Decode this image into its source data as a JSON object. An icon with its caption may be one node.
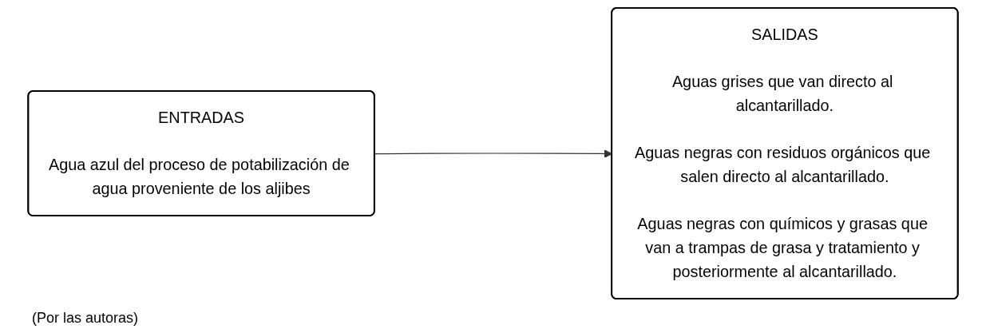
{
  "diagram": {
    "caption": "(Por las autoras)",
    "nodes": [
      {
        "text": [
          "ENTRADAS",
          "Agua azul del proceso de potabilización de agua proveniente de los aljibes"
        ]
      },
      {
        "text": [
          "SALIDAS",
          "Aguas grises que van directo al alcantarillado.",
          "Aguas negras con residuos orgánicos que salen directo al alcantarillado.",
          "Aguas negras con químicos y grasas que van a trampas de grasa y tratamiento y posteriormente al alcantarillado."
        ]
      }
    ],
    "edges": [
      {
        "from": 0,
        "to": 1,
        "arrow": "to"
      }
    ]
  }
}
